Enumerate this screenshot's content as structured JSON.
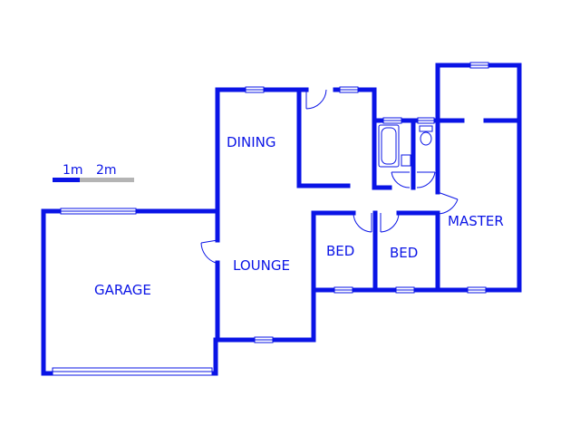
{
  "rooms": {
    "dining": "DINING",
    "lounge": "LOUNGE",
    "garage": "GARAGE",
    "bed_1": "BED",
    "bed_2": "BED",
    "master": "MASTER"
  },
  "scale_bar": {
    "label_1": "1m",
    "label_2": "2m"
  },
  "colors": {
    "wall": "#0a14e6",
    "scale_light": "#b4b4b4",
    "background": "#ffffff"
  }
}
